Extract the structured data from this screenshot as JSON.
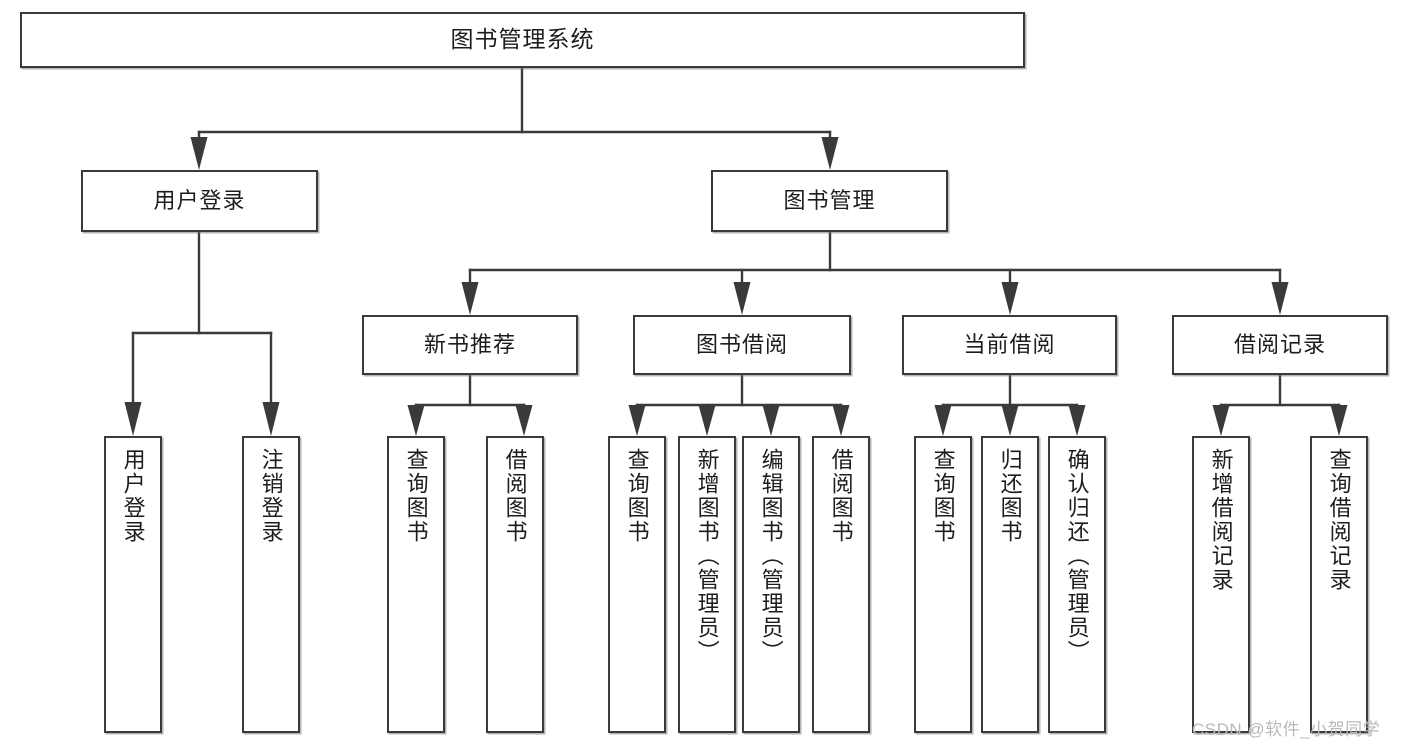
{
  "diagram": {
    "title": "图书管理系统",
    "type": "tree",
    "orientation": "top-down",
    "colors": {
      "box_border": "#3a3a3a",
      "box_fill": "#ffffff",
      "connector": "#3a3a3a",
      "text": "#1d1d1d",
      "watermark": "#b9b9b9",
      "background": "#ffffff"
    },
    "root": {
      "label": "图书管理系统"
    },
    "level2": [
      {
        "label": "用户登录"
      },
      {
        "label": "图书管理"
      }
    ],
    "level3": [
      {
        "label": "新书推荐"
      },
      {
        "label": "图书借阅"
      },
      {
        "label": "当前借阅"
      },
      {
        "label": "借阅记录"
      }
    ],
    "leaves": {
      "user_login": [
        {
          "label": "用户登录"
        },
        {
          "label": "注销登录"
        }
      ],
      "new_book_recommend": [
        {
          "label": "查询图书"
        },
        {
          "label": "借阅图书"
        }
      ],
      "book_borrow": [
        {
          "label": "查询图书"
        },
        {
          "label": "新增图书（管理员）"
        },
        {
          "label": "编辑图书（管理员）"
        },
        {
          "label": "借阅图书"
        }
      ],
      "current_borrow": [
        {
          "label": "查询图书"
        },
        {
          "label": "归还图书"
        },
        {
          "label": "确认归还（管理员）"
        }
      ],
      "borrow_record": [
        {
          "label": "新增借阅记录"
        },
        {
          "label": "查询借阅记录"
        }
      ]
    }
  },
  "watermark": {
    "text": "CSDN @软件_小贺同学"
  }
}
